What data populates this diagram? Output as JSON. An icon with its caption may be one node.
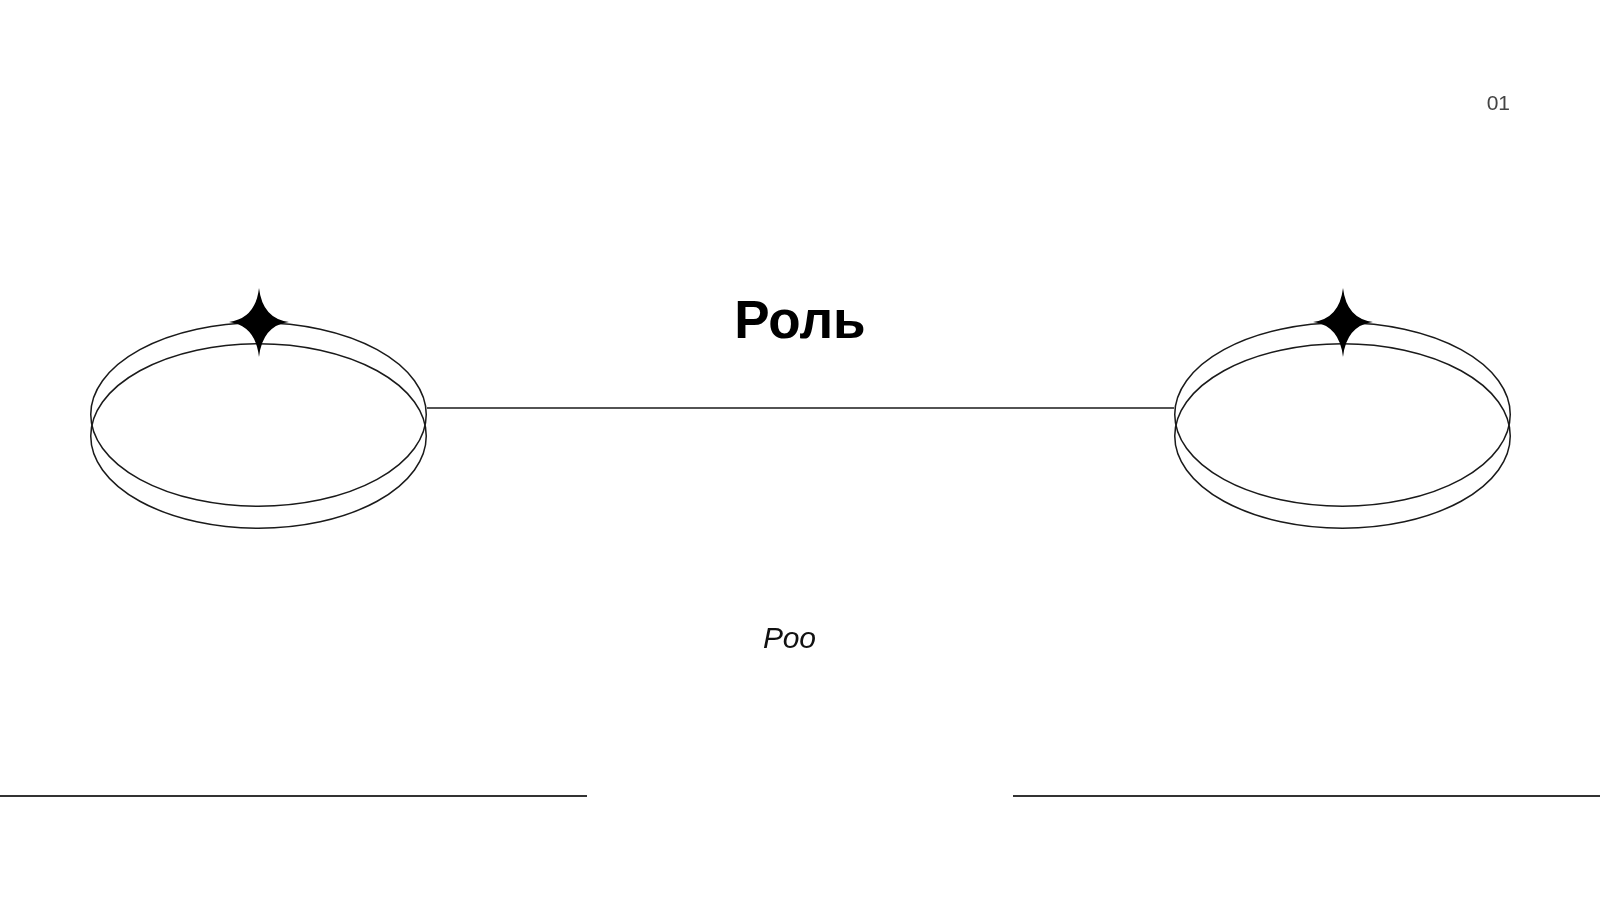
{
  "diagram": {
    "title": "Роль",
    "nodes": [
      {
        "text": [],
        "shape": "ring"
      },
      {
        "text": [],
        "shape": "ring"
      }
    ],
    "edges": [
      {
        "from": 0,
        "to": 1,
        "arrow": "none"
      }
    ],
    "labels": [
      "01",
      "Роо"
    ]
  }
}
